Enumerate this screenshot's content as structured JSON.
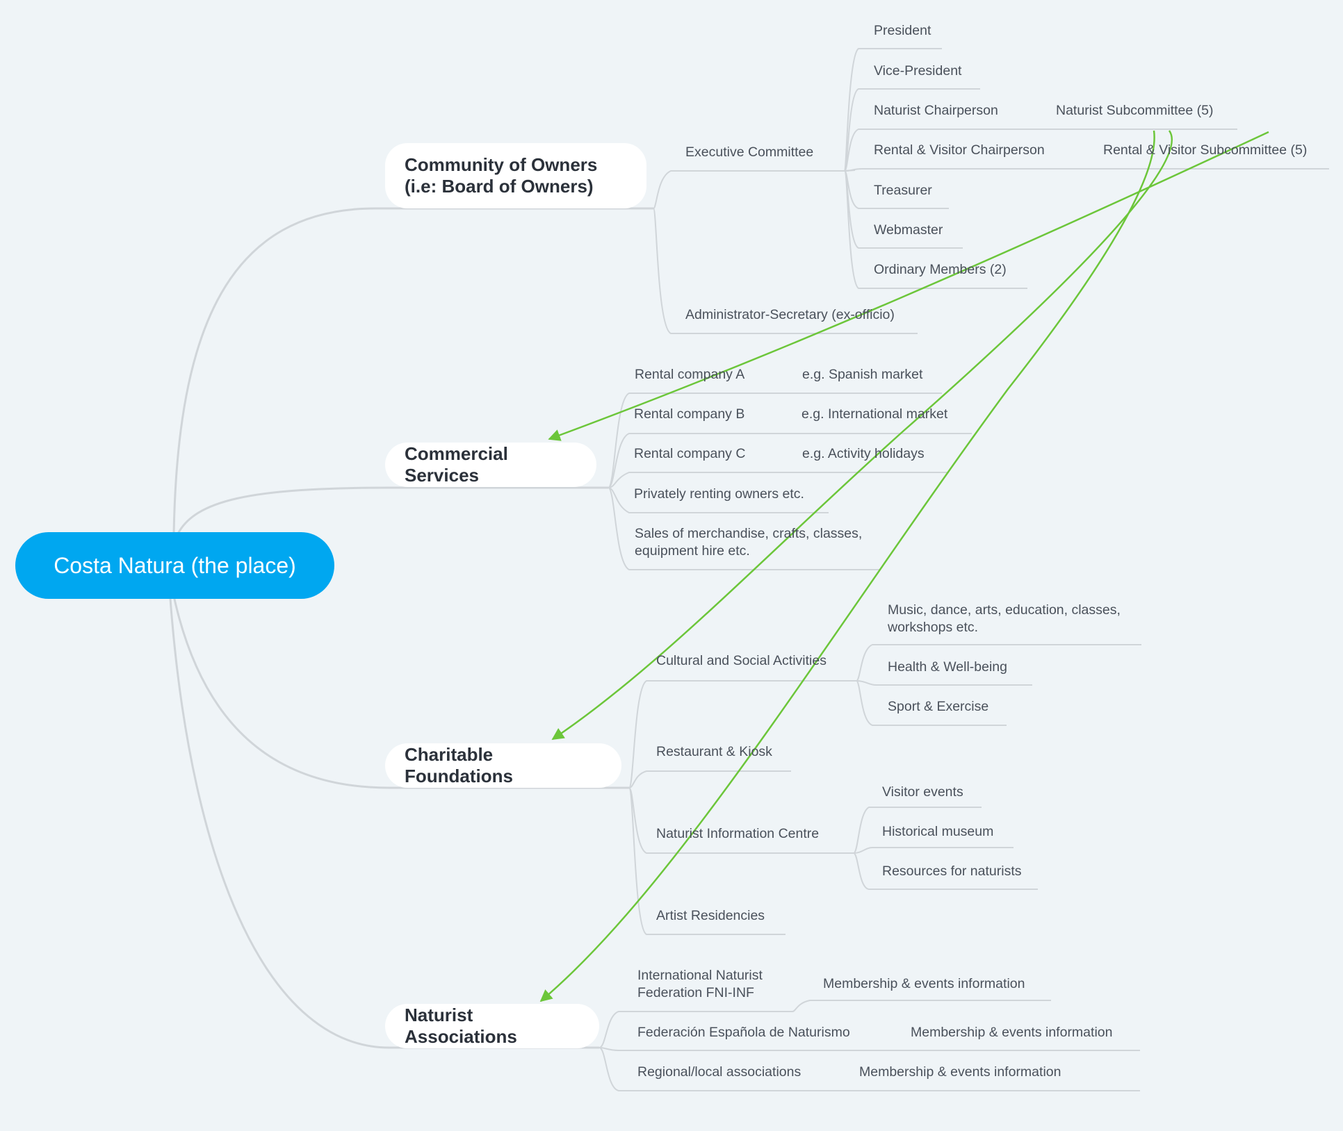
{
  "colors": {
    "background": "#eff4f7",
    "root": "#00a7f0",
    "connector": "#d0d5d9",
    "relation_arrow": "#6cc63a"
  },
  "root": {
    "label": "Costa Natura (the place)"
  },
  "community": {
    "label": "Community of Owners (i.e: Board of Owners)",
    "executive_committee": {
      "label": "Executive Committee",
      "president": "President",
      "vice_president": "Vice-President",
      "naturist_chairperson": "Naturist Chairperson",
      "naturist_subcommittee": "Naturist Subcommittee (5)",
      "rental_chairperson": "Rental & Visitor Chairperson",
      "rental_subcommittee": "Rental & Visitor Subcommittee (5)",
      "treasurer": "Treasurer",
      "webmaster": "Webmaster",
      "ordinary_members": "Ordinary Members (2)"
    },
    "administrator": "Administrator-Secretary (ex-officio)"
  },
  "commercial": {
    "label": "Commercial Services",
    "rental_a": "Rental company A",
    "rental_a_note": "e.g. Spanish market",
    "rental_b": "Rental company B",
    "rental_b_note": "e.g. International market",
    "rental_c": "Rental company C",
    "rental_c_note": "e.g. Activity holidays",
    "private_owners": "Privately renting owners etc.",
    "sales": "Sales of merchandise, crafts, classes, equipment hire etc."
  },
  "charitable": {
    "label": "Charitable Foundations",
    "cultural": {
      "label": "Cultural and Social Activities",
      "music": "Music, dance, arts, education, classes, workshops etc.",
      "health": "Health & Well-being",
      "sport": "Sport & Exercise"
    },
    "restaurant": "Restaurant & Kiosk",
    "info_centre": {
      "label": "Naturist Information Centre",
      "visitor_events": "Visitor events",
      "museum": "Historical museum",
      "resources": "Resources for naturists"
    },
    "artist": "Artist Residencies"
  },
  "associations": {
    "label": "Naturist Associations",
    "inf": "International Naturist Federation FNI-INF",
    "inf_note": "Membership & events information",
    "fen": "Federación Española de Naturismo",
    "fen_note": "Membership & events information",
    "regional": "Regional/local associations",
    "regional_note": "Membership & events information"
  }
}
